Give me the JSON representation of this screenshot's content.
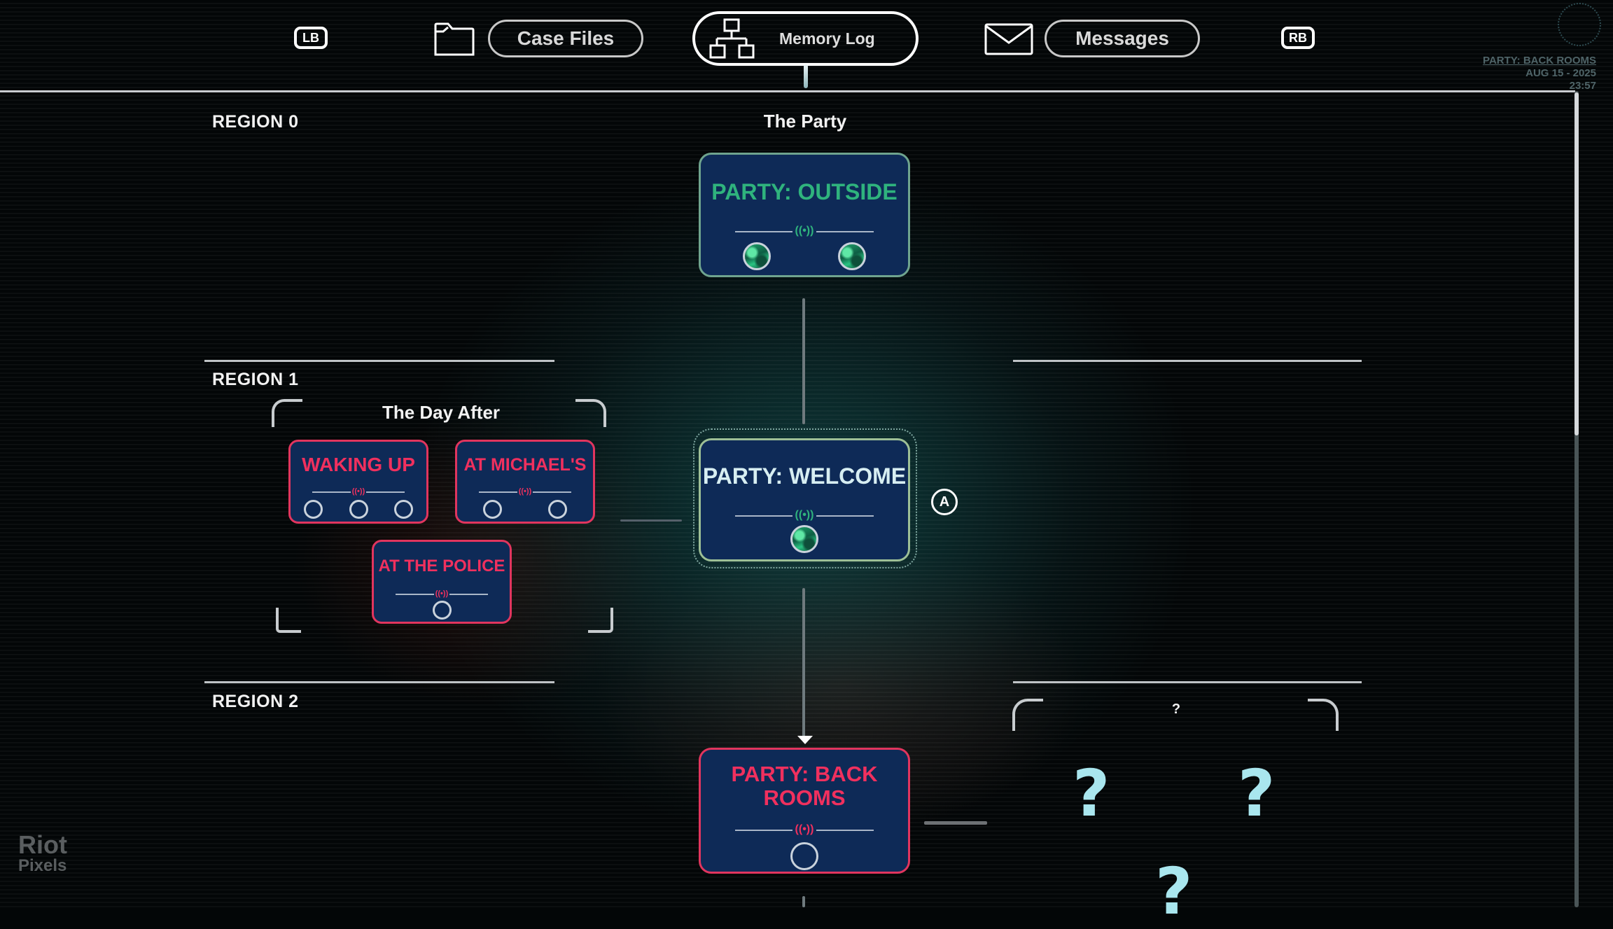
{
  "topbar": {
    "left_bumper": "LB",
    "right_bumper": "RB",
    "tabs": [
      {
        "label": "Case Files",
        "icon": "folder-icon",
        "active": false
      },
      {
        "label": "Memory Log",
        "icon": "hierarchy-icon",
        "active": true
      },
      {
        "label": "Messages",
        "icon": "envelope-icon",
        "active": false
      }
    ]
  },
  "status": {
    "location": "PARTY: BACK ROOMS",
    "date": "AUG 15 - 2025",
    "time": "23:57"
  },
  "regions": [
    {
      "label": "REGION 0"
    },
    {
      "label": "REGION 1"
    },
    {
      "label": "REGION 2"
    }
  ],
  "groups": {
    "the_party": "The Party",
    "the_day_after": "The Day After",
    "unknown": "?"
  },
  "nodes": {
    "party_outside": {
      "title": "PARTY: OUTSIDE",
      "status": "complete",
      "color": "#2fb37d",
      "slots": [
        "filled",
        "filled"
      ]
    },
    "party_welcome": {
      "title": "PARTY: WELCOME",
      "status": "complete",
      "color": "#2fb37d",
      "slots": [
        "filled"
      ],
      "selected": true
    },
    "party_back_rooms": {
      "title": "PARTY: BACK ROOMS",
      "status": "incomplete",
      "color": "#f0305e",
      "slots": [
        "empty"
      ]
    },
    "waking_up": {
      "title": "WAKING UP",
      "status": "incomplete",
      "color": "#f0305e",
      "slots": [
        "empty",
        "empty",
        "empty"
      ]
    },
    "at_michaels": {
      "title": "AT MICHAEL'S",
      "status": "incomplete",
      "color": "#f0305e",
      "slots": [
        "empty",
        "empty"
      ]
    },
    "at_the_police": {
      "title": "AT THE POLICE",
      "status": "incomplete",
      "color": "#f0305e",
      "slots": [
        "empty"
      ]
    }
  },
  "prompts": {
    "select_button": "A"
  },
  "unknown_nodes": [
    "?",
    "?",
    "?"
  ],
  "signal_glyph": "((•))",
  "watermark": {
    "line1": "Riot",
    "line2": "Pixels"
  },
  "colors": {
    "complete": "#2fb37d",
    "incomplete": "#f0305e",
    "node_bg": "#0e2a57",
    "unknown": "#a9e6ee"
  }
}
